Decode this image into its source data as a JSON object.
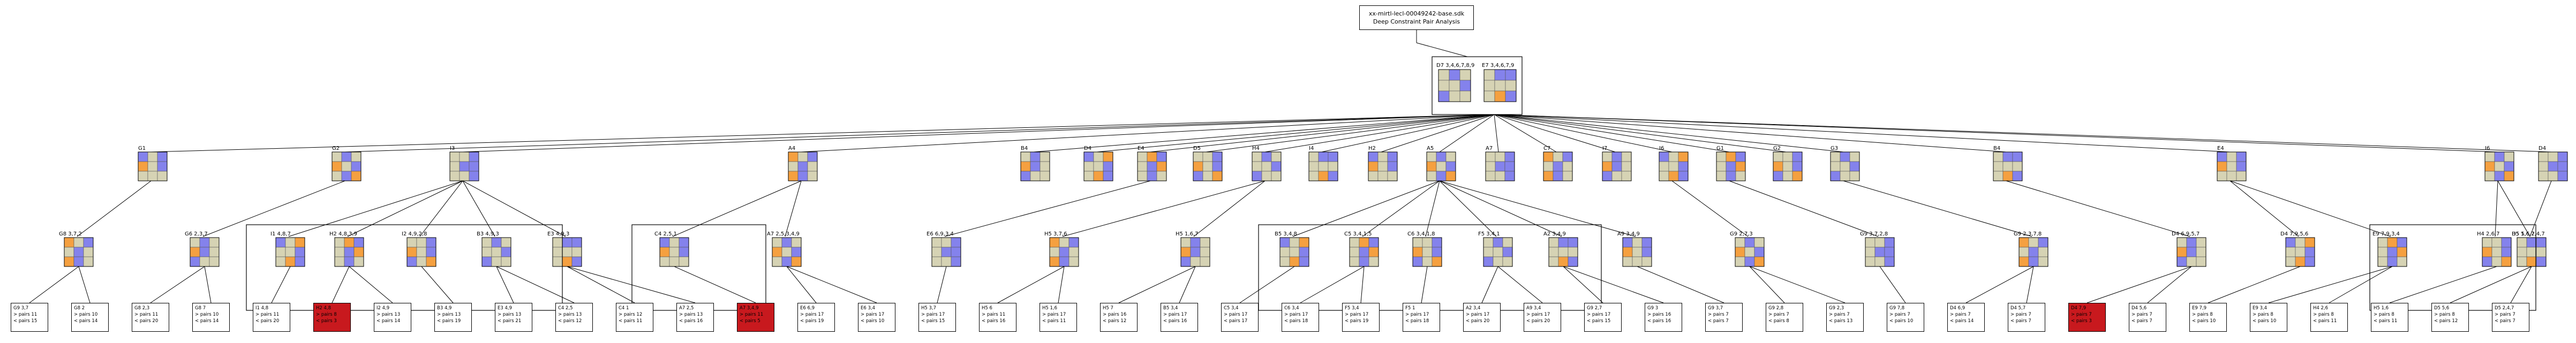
{
  "title": {
    "line1": "xx-mirtl-lecl-00049242-base.sdk",
    "line2": "Deep Constraint Pair Analysis"
  },
  "colors": {
    "grid": "#d6d3b4",
    "orange": "#f5a040",
    "blue": "#8482ec",
    "red": "#c8191e",
    "line": "#000000"
  },
  "root": {
    "labels": [
      "D7  3,4,6,7,8,9",
      "E7  3,4,6,7,9"
    ]
  },
  "level1": [
    "G1",
    "G2",
    "I3",
    "A4",
    "B4",
    "D4",
    "E4",
    "D5",
    "H4",
    "I4",
    "H2",
    "A5",
    "A7",
    "C7",
    "I7",
    "I6",
    "G1",
    "G2",
    "G3",
    "B4",
    "E4",
    "I6",
    "D4"
  ],
  "level2": [
    "G8  3,7,2",
    "G6  2,3,7",
    "I1  4,8,7",
    "H2  4,8,3,9",
    "I2  4,9,2,8",
    "B3  4,9,3",
    "E3  4,9,3",
    "C4  2,5,1",
    "A7  2,5,3,4,9",
    "E6  6,9,3,4",
    "H5  3,7,6",
    "H5  1,6,7",
    "B5  3,4,8",
    "C5  3,4,1,5",
    "C6  3,4,1,8",
    "F5  3,4,1",
    "A2  3,4,9",
    "A9  3,4,9",
    "G9  2,7,3",
    "G9  3,7,2,8",
    "G9  2,3,7,8",
    "D4  6,9,5,7",
    "D4  7,9,5,6",
    "E9  7,9,3,4",
    "H4  2,6,7",
    "H5  1,6,7",
    "D5  5,6,2,4,7"
  ],
  "leaves": [
    {
      "a": "G9  3,7",
      "b": "> pairs  11",
      "c": "< pairs  15",
      "red": false
    },
    {
      "a": "G8  2",
      "b": "> pairs  10",
      "c": "< pairs  14",
      "red": false
    },
    {
      "a": "G8  2,3",
      "b": "> pairs  11",
      "c": "< pairs  20",
      "red": false
    },
    {
      "a": "G8  7",
      "b": "> pairs  10",
      "c": "< pairs  14",
      "red": false
    },
    {
      "a": "I1  4,8",
      "b": "> pairs  11",
      "c": "< pairs  20",
      "red": false
    },
    {
      "a": "H2  4,8",
      "b": "> pairs  8",
      "c": "< pairs  3",
      "red": true
    },
    {
      "a": "I2  4,9",
      "b": "> pairs  13",
      "c": "< pairs  14",
      "red": false
    },
    {
      "a": "B3  4,9",
      "b": "> pairs  13",
      "c": "< pairs  19",
      "red": false
    },
    {
      "a": "E3  4,9",
      "b": "> pairs  13",
      "c": "< pairs  21",
      "red": false
    },
    {
      "a": "C4  2,5",
      "b": "> pairs  13",
      "c": "< pairs  12",
      "red": false
    },
    {
      "a": "C4  1",
      "b": "> pairs  12",
      "c": "< pairs  11",
      "red": false
    },
    {
      "a": "A7  2,5",
      "b": "> pairs  13",
      "c": "< pairs  16",
      "red": false
    },
    {
      "a": "A7  3,4,9",
      "b": "> pairs  11",
      "c": "< pairs  5",
      "red": true
    },
    {
      "a": "E6  6,9",
      "b": "> pairs  17",
      "c": "< pairs  19",
      "red": false
    },
    {
      "a": "E6  3,4",
      "b": "> pairs  17",
      "c": "< pairs  10",
      "red": false
    },
    {
      "a": "H5  3,7",
      "b": "> pairs  17",
      "c": "< pairs  15",
      "red": false
    },
    {
      "a": "H5  6",
      "b": "> pairs  11",
      "c": "< pairs  16",
      "red": false
    },
    {
      "a": "H5  1,6",
      "b": "> pairs  17",
      "c": "< pairs  11",
      "red": false
    },
    {
      "a": "H5  7",
      "b": "> pairs  16",
      "c": "< pairs  12",
      "red": false
    },
    {
      "a": "B5  3,4",
      "b": "> pairs  17",
      "c": "< pairs  16",
      "red": false
    },
    {
      "a": "C5  3,4",
      "b": "> pairs  17",
      "c": "< pairs  17",
      "red": false
    },
    {
      "a": "C6  3,4",
      "b": "> pairs  17",
      "c": "< pairs  18",
      "red": false
    },
    {
      "a": "F5  3,4",
      "b": "> pairs  17",
      "c": "< pairs  19",
      "red": false
    },
    {
      "a": "F5  1",
      "b": "> pairs  17",
      "c": "< pairs  18",
      "red": false
    },
    {
      "a": "A2  3,4",
      "b": "> pairs  17",
      "c": "< pairs  20",
      "red": false
    },
    {
      "a": "A9  3,4",
      "b": "> pairs  17",
      "c": "< pairs  20",
      "red": false
    },
    {
      "a": "G9  2,7",
      "b": "> pairs  17",
      "c": "< pairs  15",
      "red": false
    },
    {
      "a": "G9  3",
      "b": "> pairs  16",
      "c": "< pairs  16",
      "red": false
    },
    {
      "a": "G9  3,7",
      "b": "> pairs  7",
      "c": "< pairs  7",
      "red": false
    },
    {
      "a": "G9  2,8",
      "b": "> pairs  7",
      "c": "< pairs  8",
      "red": false
    },
    {
      "a": "G9  2,3",
      "b": "> pairs  7",
      "c": "< pairs  13",
      "red": false
    },
    {
      "a": "G9  7,8",
      "b": "> pairs  7",
      "c": "< pairs  10",
      "red": false
    },
    {
      "a": "D4  6,9",
      "b": "> pairs  7",
      "c": "< pairs  14",
      "red": false
    },
    {
      "a": "D4  5,7",
      "b": "> pairs  7",
      "c": "< pairs  7",
      "red": false
    },
    {
      "a": "D4  7,9",
      "b": "> pairs  7",
      "c": "< pairs  3",
      "red": true
    },
    {
      "a": "D4  5,6",
      "b": "> pairs  7",
      "c": "< pairs  7",
      "red": false
    },
    {
      "a": "E9  7,9",
      "b": "> pairs  8",
      "c": "< pairs  10",
      "red": false
    },
    {
      "a": "E9  3,4",
      "b": "> pairs  8",
      "c": "< pairs  10",
      "red": false
    },
    {
      "a": "H4  2,6",
      "b": "> pairs  8",
      "c": "< pairs  11",
      "red": false
    },
    {
      "a": "H5  1,6",
      "b": "> pairs  8",
      "c": "< pairs  11",
      "red": false
    },
    {
      "a": "D5  5,6",
      "b": "> pairs  8",
      "c": "< pairs  12",
      "red": false
    },
    {
      "a": "D5  2,4,7",
      "b": "> pairs  7",
      "c": "< pairs  7",
      "red": false
    }
  ]
}
